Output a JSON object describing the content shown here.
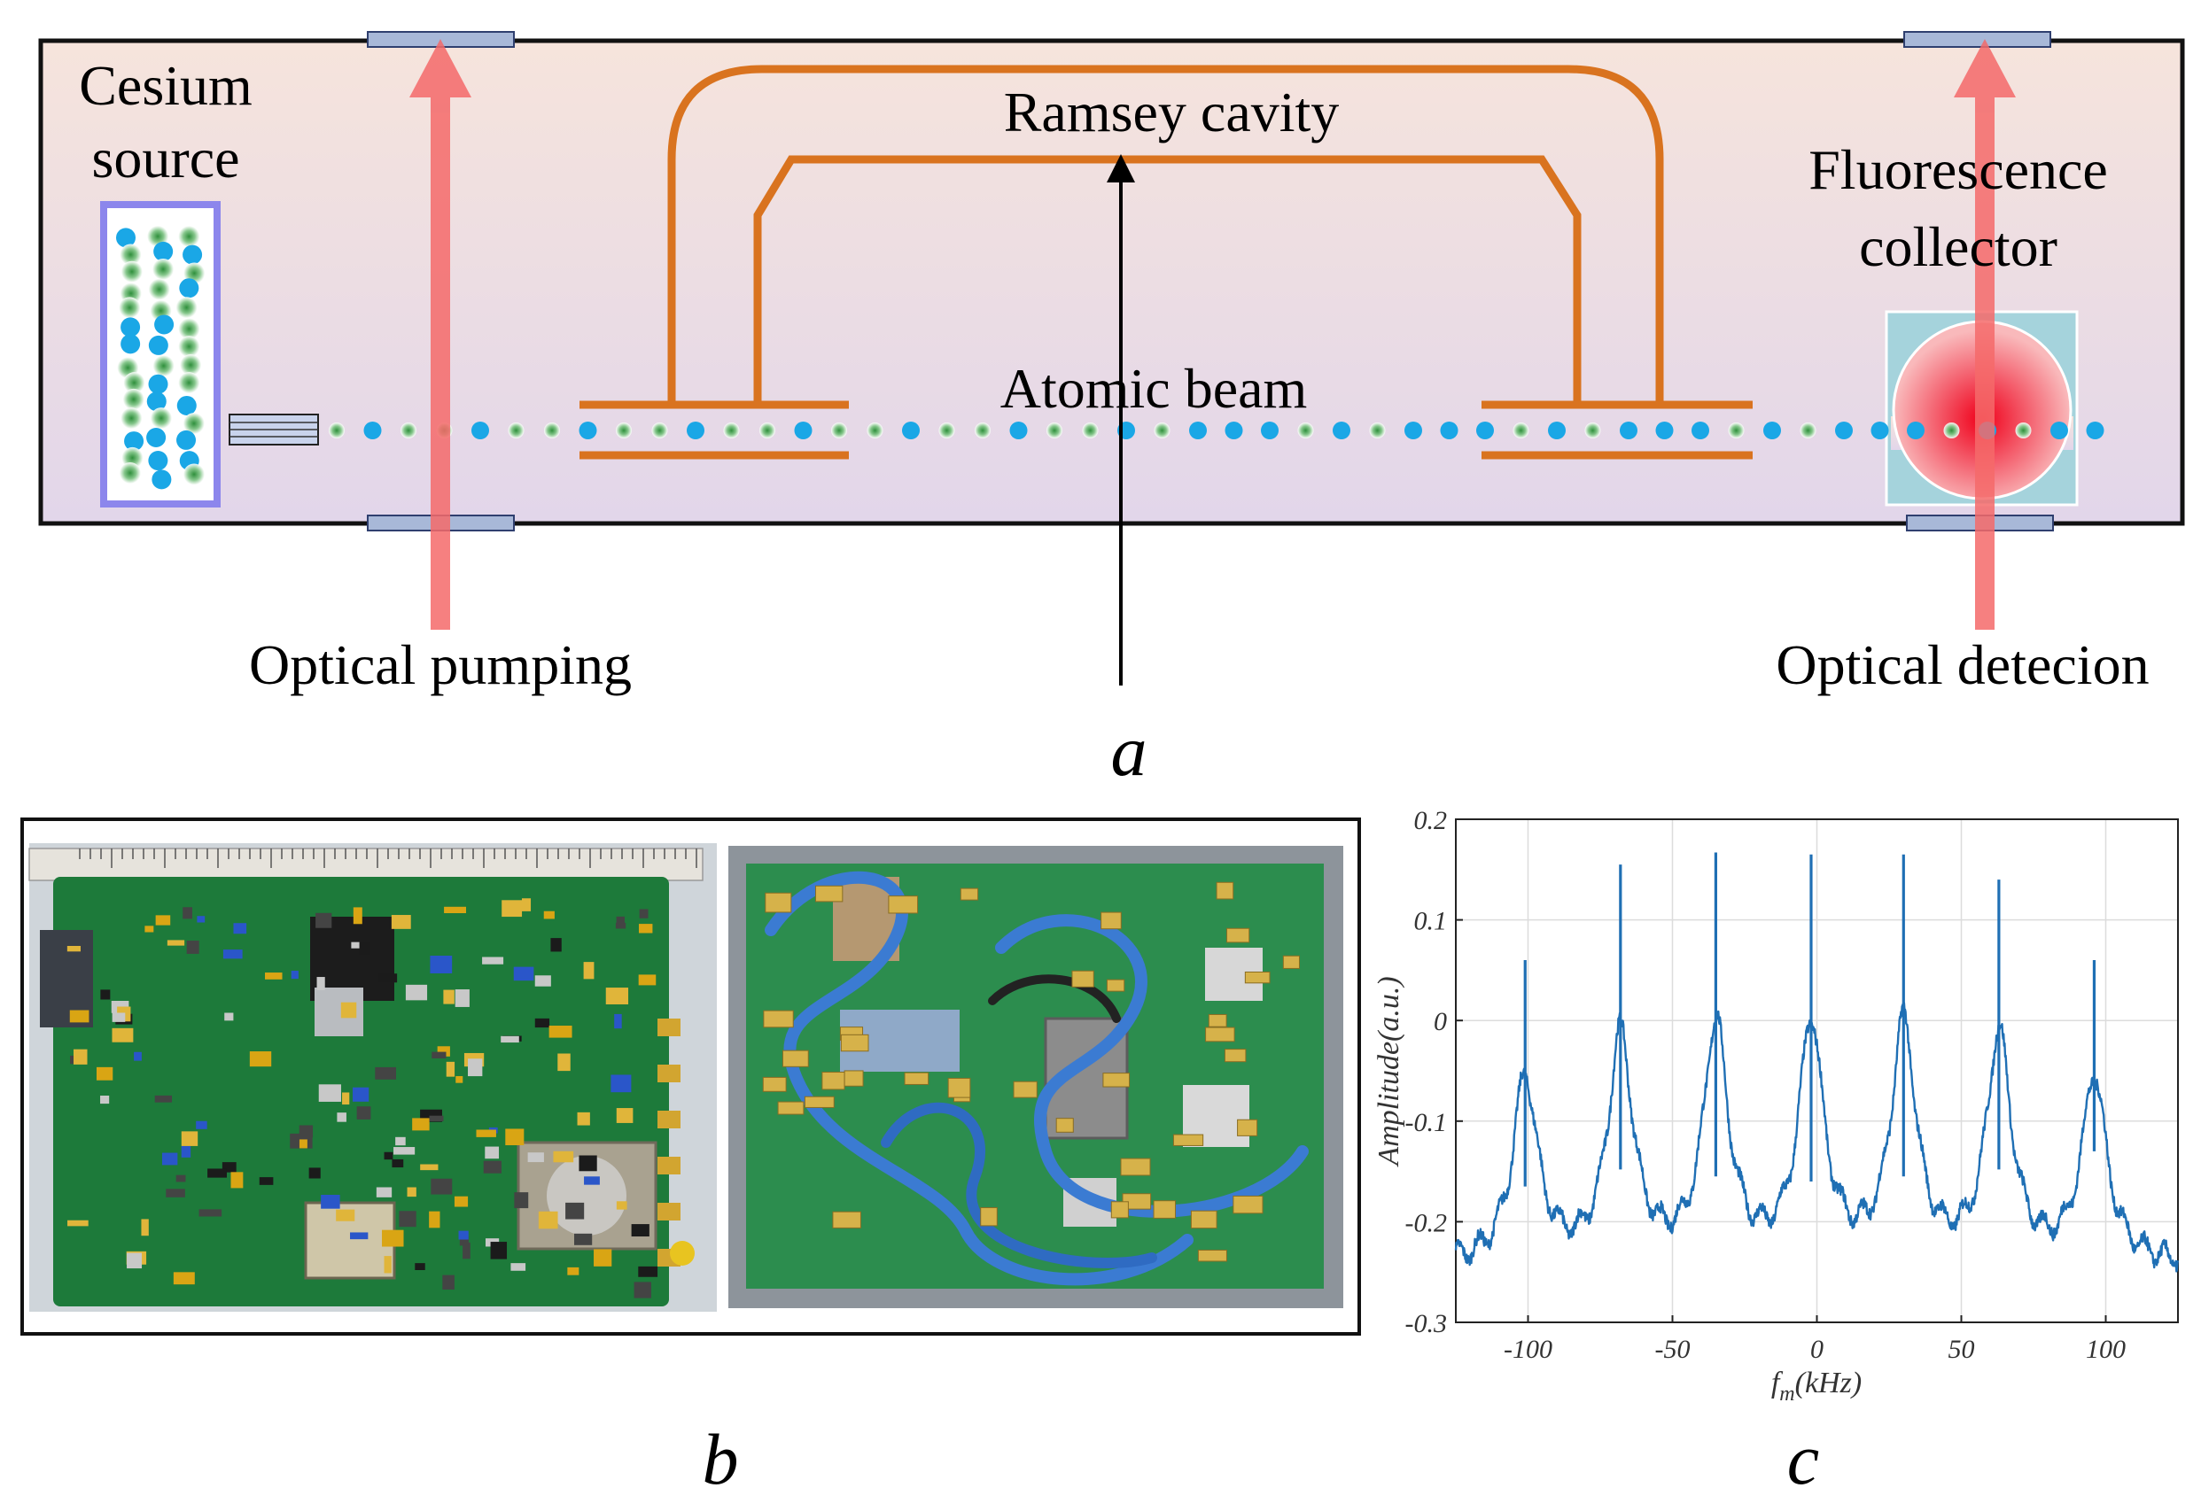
{
  "panel_a": {
    "cesium_source": [
      "Cesium",
      "source"
    ],
    "ramsey_cavity": "Ramsey cavity",
    "fluorescence_collector": [
      "Fluorescence",
      "collector"
    ],
    "atomic_beam": "Atomic beam",
    "optical_pumping": "Optical pumping",
    "optical_detection": "Optical detecion",
    "letter": "a"
  },
  "panel_b": {
    "letter": "b"
  },
  "panel_c": {
    "letter": "c"
  },
  "colors": {
    "chamber_top": "#f6e4dc",
    "chamber_bottom": "#e2d6ea",
    "cavity": "#d9731f",
    "laser": "#f46a6a",
    "atom_blue": "#1aa7e6",
    "atom_green": "#3d9a4a",
    "trace": "#1f6fb4"
  },
  "chart_data": {
    "type": "line",
    "title": "",
    "xlabel": "f_m(kHz)",
    "ylabel": "Amplitude(a.u.)",
    "xlim": [
      -125,
      125
    ],
    "ylim": [
      -0.3,
      0.2
    ],
    "xticks": [
      -100,
      -50,
      0,
      50,
      100
    ],
    "yticks": [
      -0.3,
      -0.2,
      -0.1,
      0,
      0.1,
      0.2
    ],
    "grid": true,
    "baseline": -0.245,
    "series": [
      {
        "peaks": [
          {
            "center": -101,
            "height": -0.06,
            "spike": 0.06,
            "dip": -0.165
          },
          {
            "center": -68,
            "height": -0.02,
            "spike": 0.155,
            "dip": -0.148
          },
          {
            "center": -35,
            "height": -0.01,
            "spike": 0.167,
            "dip": -0.155
          },
          {
            "center": -2,
            "height": -0.01,
            "spike": 0.165,
            "dip": -0.16
          },
          {
            "center": 30,
            "height": -0.01,
            "spike": 0.165,
            "dip": -0.155
          },
          {
            "center": 63,
            "height": -0.02,
            "spike": 0.14,
            "dip": -0.148
          },
          {
            "center": 96,
            "height": -0.06,
            "spike": 0.06,
            "dip": -0.13
          }
        ]
      }
    ]
  }
}
